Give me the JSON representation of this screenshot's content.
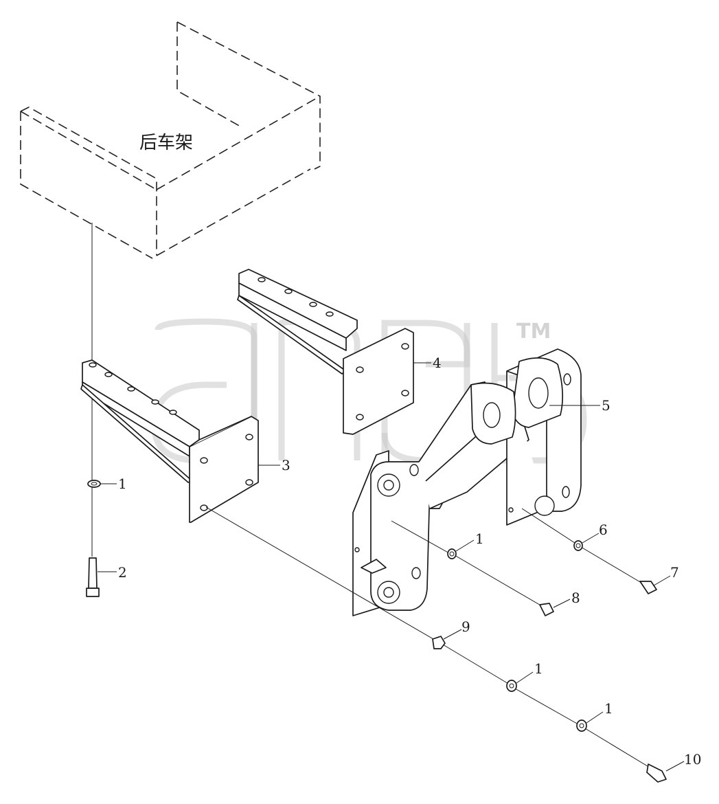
{
  "frame_label": "后车架",
  "watermark": {
    "tm": "TM"
  },
  "callouts": [
    {
      "id": "c1a",
      "text": "1"
    },
    {
      "id": "c2",
      "text": "2"
    },
    {
      "id": "c3",
      "text": "3"
    },
    {
      "id": "c4",
      "text": "4"
    },
    {
      "id": "c5",
      "text": "5"
    },
    {
      "id": "c1b",
      "text": "1"
    },
    {
      "id": "c6",
      "text": "6"
    },
    {
      "id": "c7",
      "text": "7"
    },
    {
      "id": "c8",
      "text": "8"
    },
    {
      "id": "c9",
      "text": "9"
    },
    {
      "id": "c1c",
      "text": "1"
    },
    {
      "id": "c1d",
      "text": "1"
    },
    {
      "id": "c10",
      "text": "10"
    }
  ]
}
